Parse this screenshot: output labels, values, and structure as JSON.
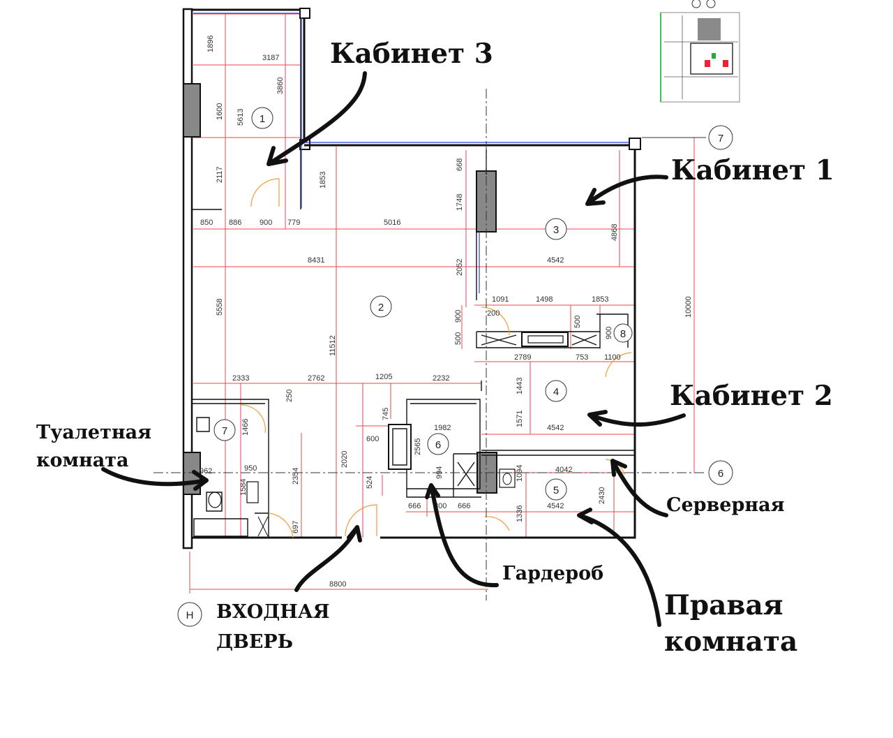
{
  "labels": {
    "cabinet3": "Кабинет 3",
    "cabinet1": "Кабинет 1",
    "cabinet2": "Кабинет 2",
    "toilet_l1": "Туалетная",
    "toilet_l2": "комната",
    "server": "Серверная",
    "wardrobe": "Гардероб",
    "right_l1": "Правая",
    "right_l2": "комната",
    "entry_l1": "ВХОДНАЯ",
    "entry_l2": "ДВЕРЬ"
  },
  "rooms": [
    "1",
    "2",
    "3",
    "4",
    "5",
    "6",
    "7",
    "8"
  ],
  "axes": {
    "a7": "7",
    "a6": "6",
    "aH": "Н"
  },
  "dims": {
    "d1896": "1896",
    "d3187": "3187",
    "d3860": "3860",
    "d1600": "1600",
    "d5613": "5613",
    "d2117": "2117",
    "d1853a": "1853",
    "d668": "668",
    "d1748": "1748",
    "d850": "850",
    "d886": "886",
    "d900a": "900",
    "d779": "779",
    "d5016": "5016",
    "d4868": "4868",
    "d8431": "8431",
    "d2052": "2052",
    "d4542a": "4542",
    "d5558": "5558",
    "d1091": "1091",
    "d1498": "1498",
    "d1853b": "1853",
    "d900b": "900",
    "d200": "200",
    "d500a": "500",
    "d500b": "500",
    "d900c": "900",
    "d10000": "10000",
    "d11512": "11512",
    "d2789": "2789",
    "d753": "753",
    "d1100": "1100",
    "d2333": "2333",
    "d2762": "2762",
    "d1205": "1205",
    "d2232": "2232",
    "d1443": "1443",
    "d250": "250",
    "d745": "745",
    "d1982": "1982",
    "d1571": "1571",
    "d4542b": "4542",
    "d1466": "1466",
    "d600": "600",
    "d2565": "2565",
    "d2020": "2020",
    "d962": "962",
    "d950": "950",
    "d2354": "2354",
    "d994": "994",
    "d1094": "1094",
    "d4042": "4042",
    "d524": "524",
    "d1584": "1584",
    "d2430": "2430",
    "d666a": "666",
    "d800": "800",
    "d666b": "666",
    "d4542c": "4542",
    "d1336": "1336",
    "d697": "697",
    "d8800": "8800"
  }
}
